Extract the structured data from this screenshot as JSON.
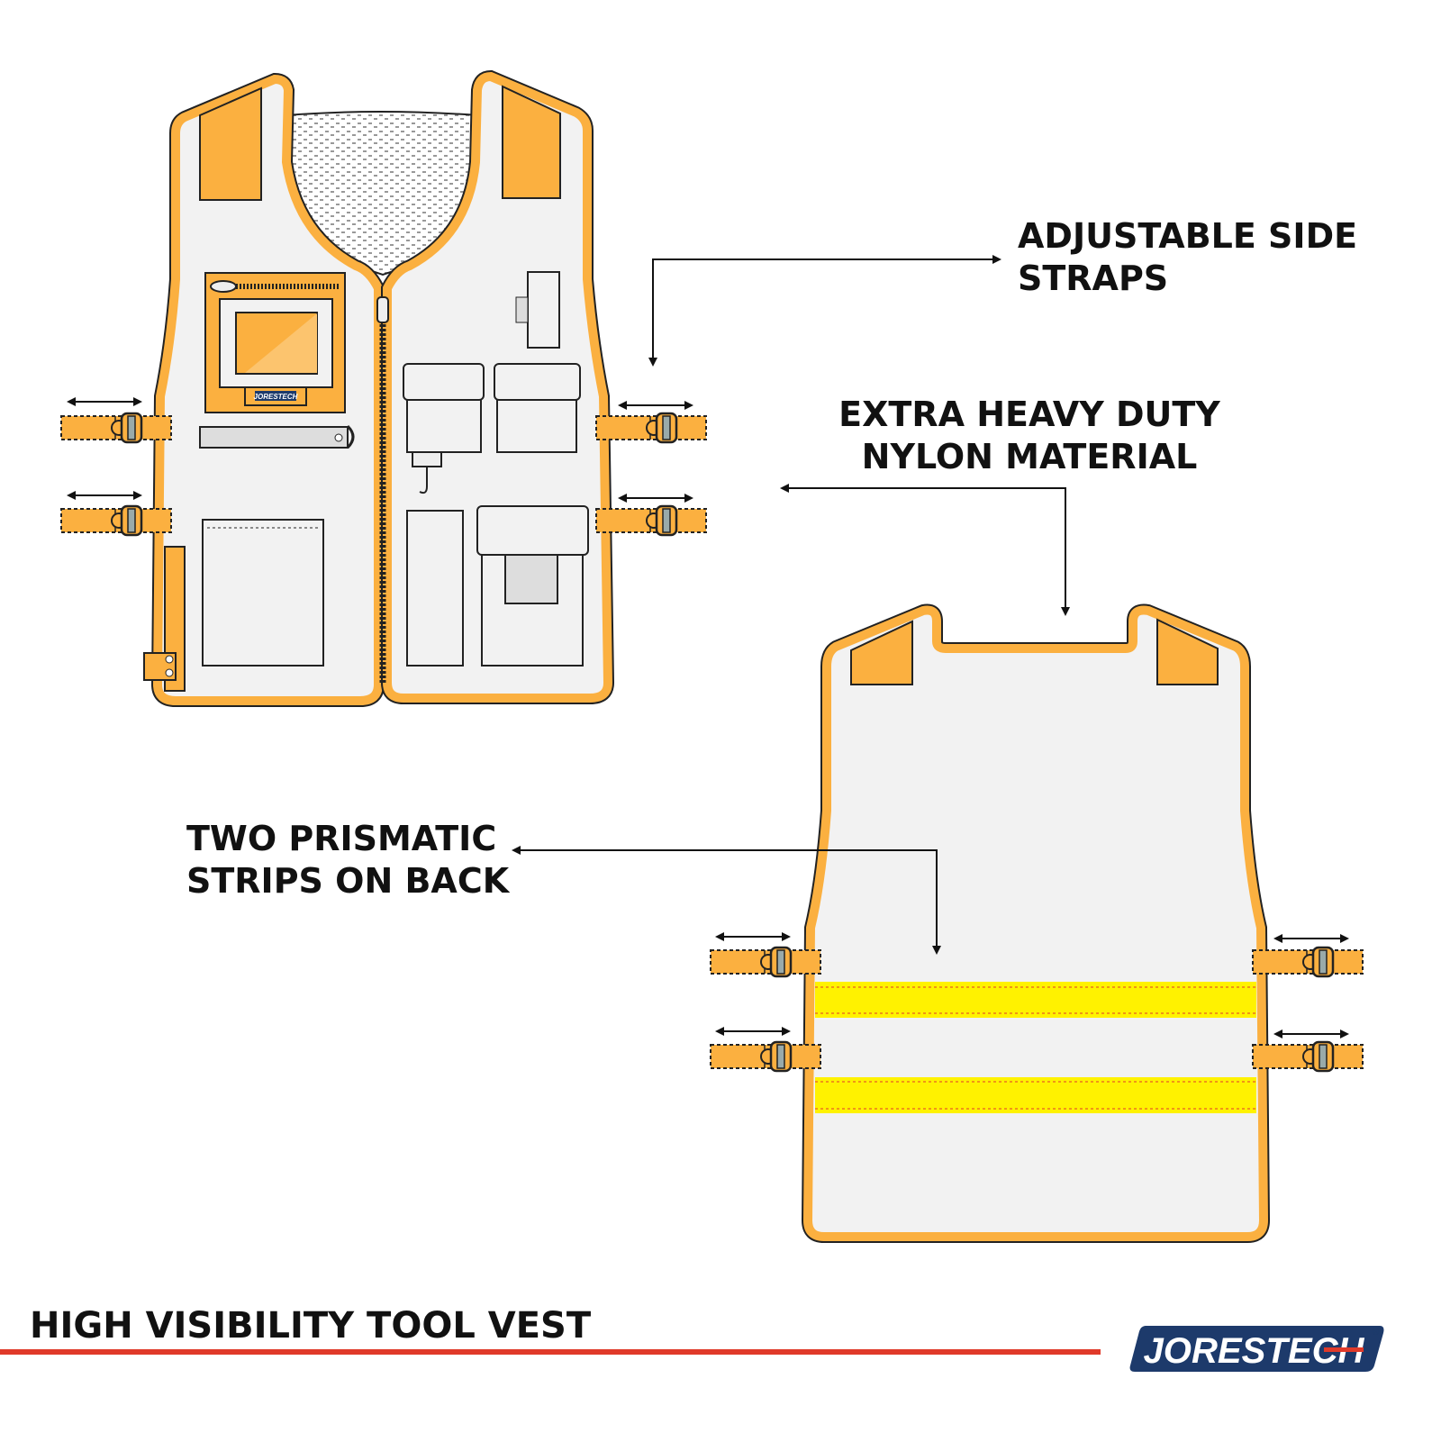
{
  "title": "HIGH VISIBILITY TOOL VEST",
  "callouts": {
    "side_straps": [
      "ADJUSTABLE SIDE",
      "STRAPS"
    ],
    "nylon": [
      "EXTRA HEAVY DUTY",
      "NYLON MATERIAL"
    ],
    "prismatic": [
      "TWO PRISMATIC",
      "STRIPS ON BACK"
    ]
  },
  "logo": {
    "text": "JORESTECH",
    "registered": "®"
  },
  "pocket_badge": "JORESTECH",
  "colors": {
    "vest_trim": "#FBB040",
    "vest_body": "#F2F2F2",
    "prismatic_strip": "#FFF200",
    "accent_line": "#E03A2A",
    "logo_blue": "#1D3A6B",
    "outline": "#222222"
  },
  "icons": [
    "double-arrow-icon",
    "buckle-icon",
    "zipper-icon",
    "callout-arrow-icon"
  ]
}
